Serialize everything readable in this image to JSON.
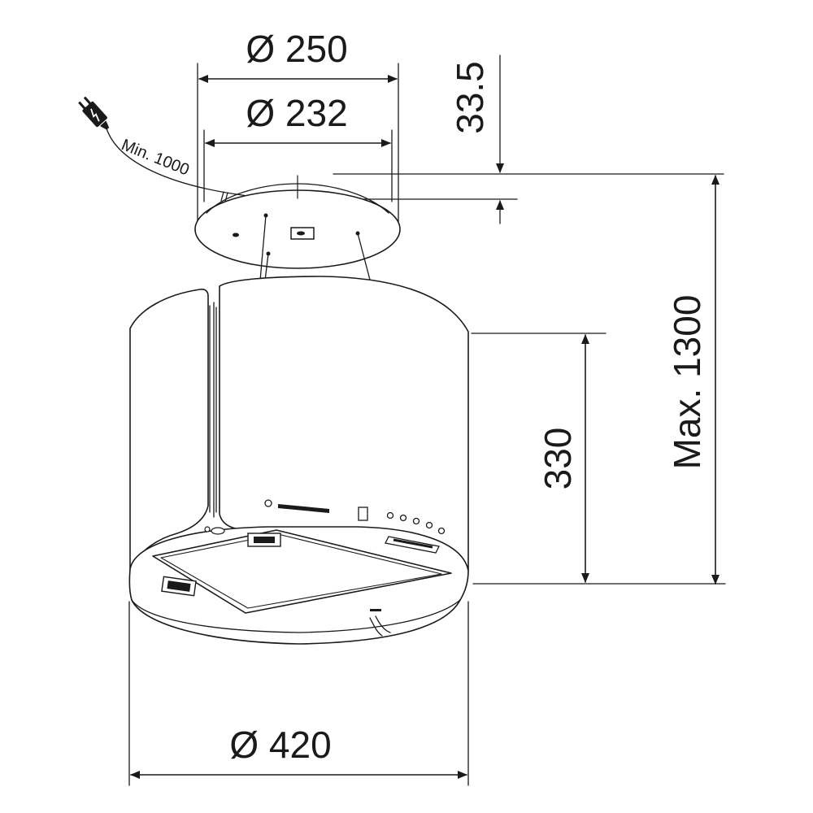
{
  "dimensions": {
    "outer_canopy_diameter": "Ø 250",
    "inner_canopy_diameter": "Ø 232",
    "canopy_height": "33.5",
    "cable_length": "Min. 1000",
    "max_height": "Max. 1300",
    "body_height": "330",
    "body_diameter": "Ø 420"
  },
  "colors": {
    "line": "#1a1a1a",
    "background": "#ffffff"
  },
  "icons": {
    "plug": "power-plug-icon"
  }
}
